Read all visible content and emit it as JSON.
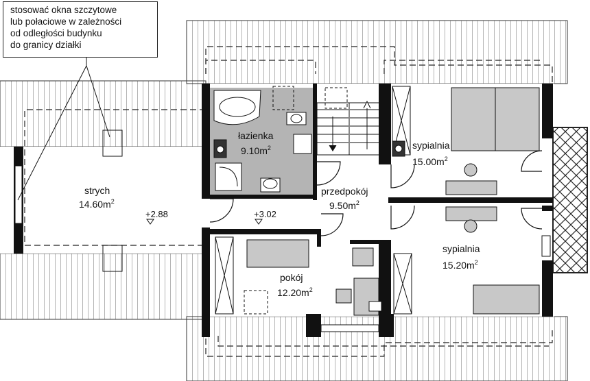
{
  "note": {
    "lines": [
      "stosować okna szczytowe",
      "lub połaciowe w zależności",
      "od odległości budynku",
      "do granicy działki"
    ]
  },
  "rooms": {
    "strych": {
      "name": "strych",
      "area": "14.60m",
      "unit_sup": "2"
    },
    "lazienka": {
      "name": "łazienka",
      "area": "9.10m",
      "unit_sup": "2"
    },
    "przedpokoj": {
      "name": "przedpokój",
      "area": "9.50m",
      "unit_sup": "2"
    },
    "sypialnia1": {
      "name": "sypialnia",
      "area": "15.00m",
      "unit_sup": "2"
    },
    "sypialnia2": {
      "name": "sypialnia",
      "area": "15.20m",
      "unit_sup": "2"
    },
    "pokoj": {
      "name": "pokój",
      "area": "12.20m",
      "unit_sup": "2"
    }
  },
  "levels": {
    "left": "+2.88",
    "right": "+3.02"
  },
  "colors": {
    "wall": "#111111",
    "bathroom_fill": "#b4b4b4",
    "furniture": "#c8c8c8",
    "roof_line": "#333333"
  }
}
